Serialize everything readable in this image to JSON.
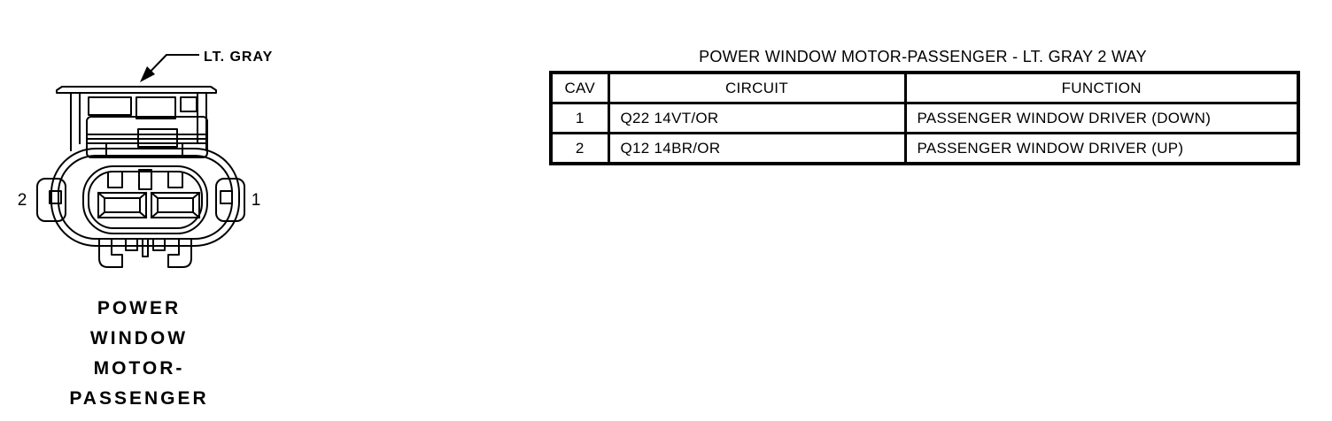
{
  "page": {
    "background_color": "#ffffff",
    "ink_color": "#000000"
  },
  "diagram": {
    "connector_color_label": "LT. GRAY",
    "pin_left_number": "2",
    "pin_right_number": "1",
    "caption_lines": [
      "POWER",
      "WINDOW",
      "MOTOR-",
      "PASSENGER"
    ]
  },
  "table": {
    "title": "POWER WINDOW MOTOR-PASSENGER - LT. GRAY 2 WAY",
    "columns": [
      "CAV",
      "CIRCUIT",
      "FUNCTION"
    ],
    "rows": [
      {
        "cav": "1",
        "circuit": "Q22 14VT/OR",
        "function": "PASSENGER WINDOW DRIVER (DOWN)"
      },
      {
        "cav": "2",
        "circuit": "Q12 14BR/OR",
        "function": "PASSENGER WINDOW DRIVER (UP)"
      }
    ]
  }
}
